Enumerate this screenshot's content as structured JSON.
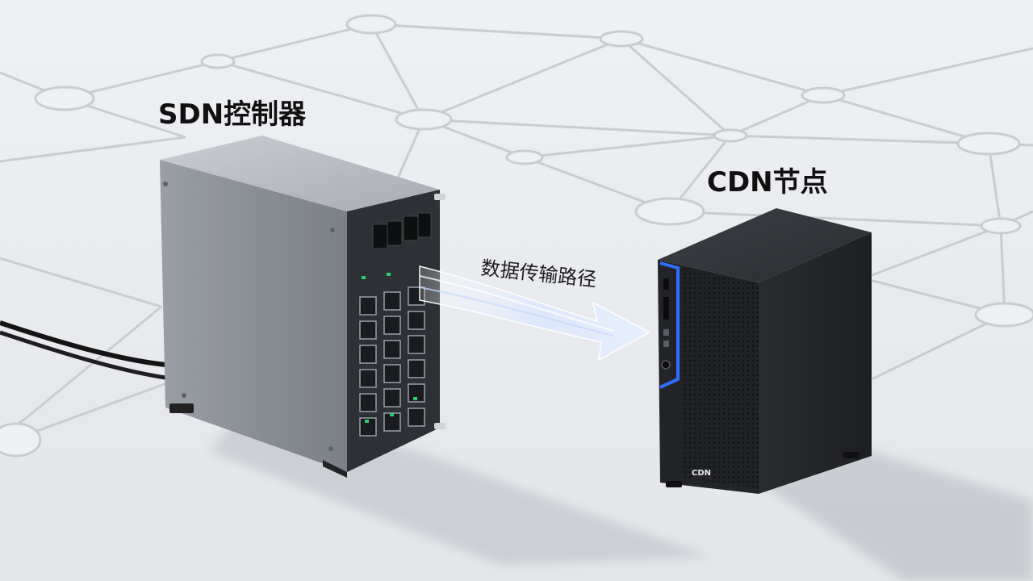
{
  "labels": {
    "controller": "SDN控制器",
    "path": "数据传输路径",
    "node": "CDN节点"
  },
  "device_marks": {
    "node_logo": "CDN"
  },
  "icons": {
    "controller": "network-switch-device",
    "node": "mini-tower-server",
    "path": "arrow-right"
  },
  "colors": {
    "background": "#e9ebee",
    "network_lines": "#c9ccd1",
    "controller_body": "#8c9096",
    "node_body": "#26282c",
    "node_accent": "#2f6fff",
    "port_led": "#2ecc71",
    "arrow": "#d8e6ff"
  }
}
